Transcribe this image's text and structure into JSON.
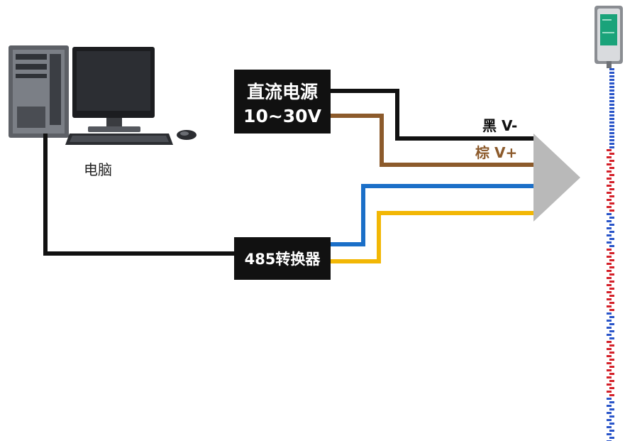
{
  "computer": {
    "label": "电脑",
    "icon": "desktop-computer-icon"
  },
  "power_supply": {
    "line1": "直流电源",
    "line2": "10~30V"
  },
  "converter": {
    "label": "485转换器"
  },
  "wires": {
    "black_label": "黑 V-",
    "brown_label": "棕 V+"
  },
  "sensor": {
    "icon": "sensor-device-icon",
    "cable": "coiled-signal-cable"
  },
  "colors": {
    "black": "#111111",
    "brown": "#8c5a2b",
    "blue": "#1b6fc8",
    "yellow": "#f2b705",
    "connector_gray": "#b9b9b9",
    "sensor_screen": "#1aa37a",
    "cable_blue": "#2a55c9",
    "cable_red": "#d4212a"
  }
}
